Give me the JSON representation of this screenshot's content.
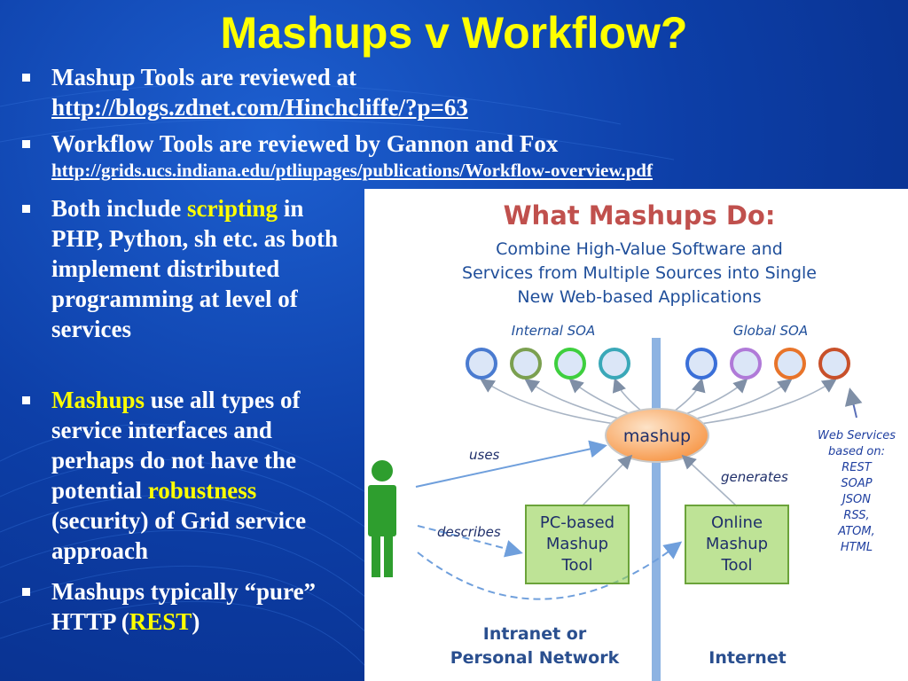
{
  "slide": {
    "title": "Mashups v Workflow?",
    "bullets": [
      {
        "text": "Mashup Tools are reviewed at",
        "url": "http://blogs.zdnet.com/Hinchcliffe/?p=63"
      },
      {
        "text": "Workflow Tools are reviewed by Gannon and Fox",
        "url": "http://grids.ucs.indiana.edu/ptliupages/publications/Workflow-overview.pdf"
      },
      {
        "pre": "Both include ",
        "highlight": "scripting",
        "post": "in PHP, Python, sh etc. as both implement distributed programming at level of services"
      },
      {
        "highlight": "Mashups",
        "mid": " use all types of service interfaces and perhaps do not have the potential ",
        "highlight2": "robustness",
        "post": " (security) of Grid service approach"
      },
      {
        "pre": "Mashups typically “pure” HTTP (",
        "highlight": "REST",
        "post": ")"
      }
    ]
  },
  "diagram": {
    "heading": "What Mashups Do:",
    "subtitle_lines": [
      "Combine High-Value Software and",
      "Services from Multiple Sources into Single",
      "New Web-based Applications"
    ],
    "internal_soa": "Internal SOA",
    "global_soa": "Global SOA",
    "mashup": "mashup",
    "uses": "uses",
    "generates": "generates",
    "describes": "describes",
    "pc_tool": [
      "PC-based",
      "Mashup",
      "Tool"
    ],
    "online_tool": [
      "Online",
      "Mashup",
      "Tool"
    ],
    "web_services": [
      "Web Services",
      "based on:",
      "REST",
      "SOAP",
      "JSON",
      "RSS,",
      "ATOM,",
      "HTML"
    ],
    "intranet": [
      "Intranet or",
      "Personal Network"
    ],
    "internet": "Internet",
    "colors": {
      "heading": "#c0504d",
      "blue_text": "#1f4e9a",
      "mashup_fill": "#f79646",
      "tool_fill": "#92d050",
      "person": "#2e9e2e",
      "divider": "#8db3e2"
    },
    "service_colors": [
      "#4a7bd0",
      "#7ba050",
      "#3ecf3e",
      "#3aa8b8",
      "#3a6fd8",
      "#b07ad8",
      "#e8742a",
      "#c8502a"
    ]
  }
}
